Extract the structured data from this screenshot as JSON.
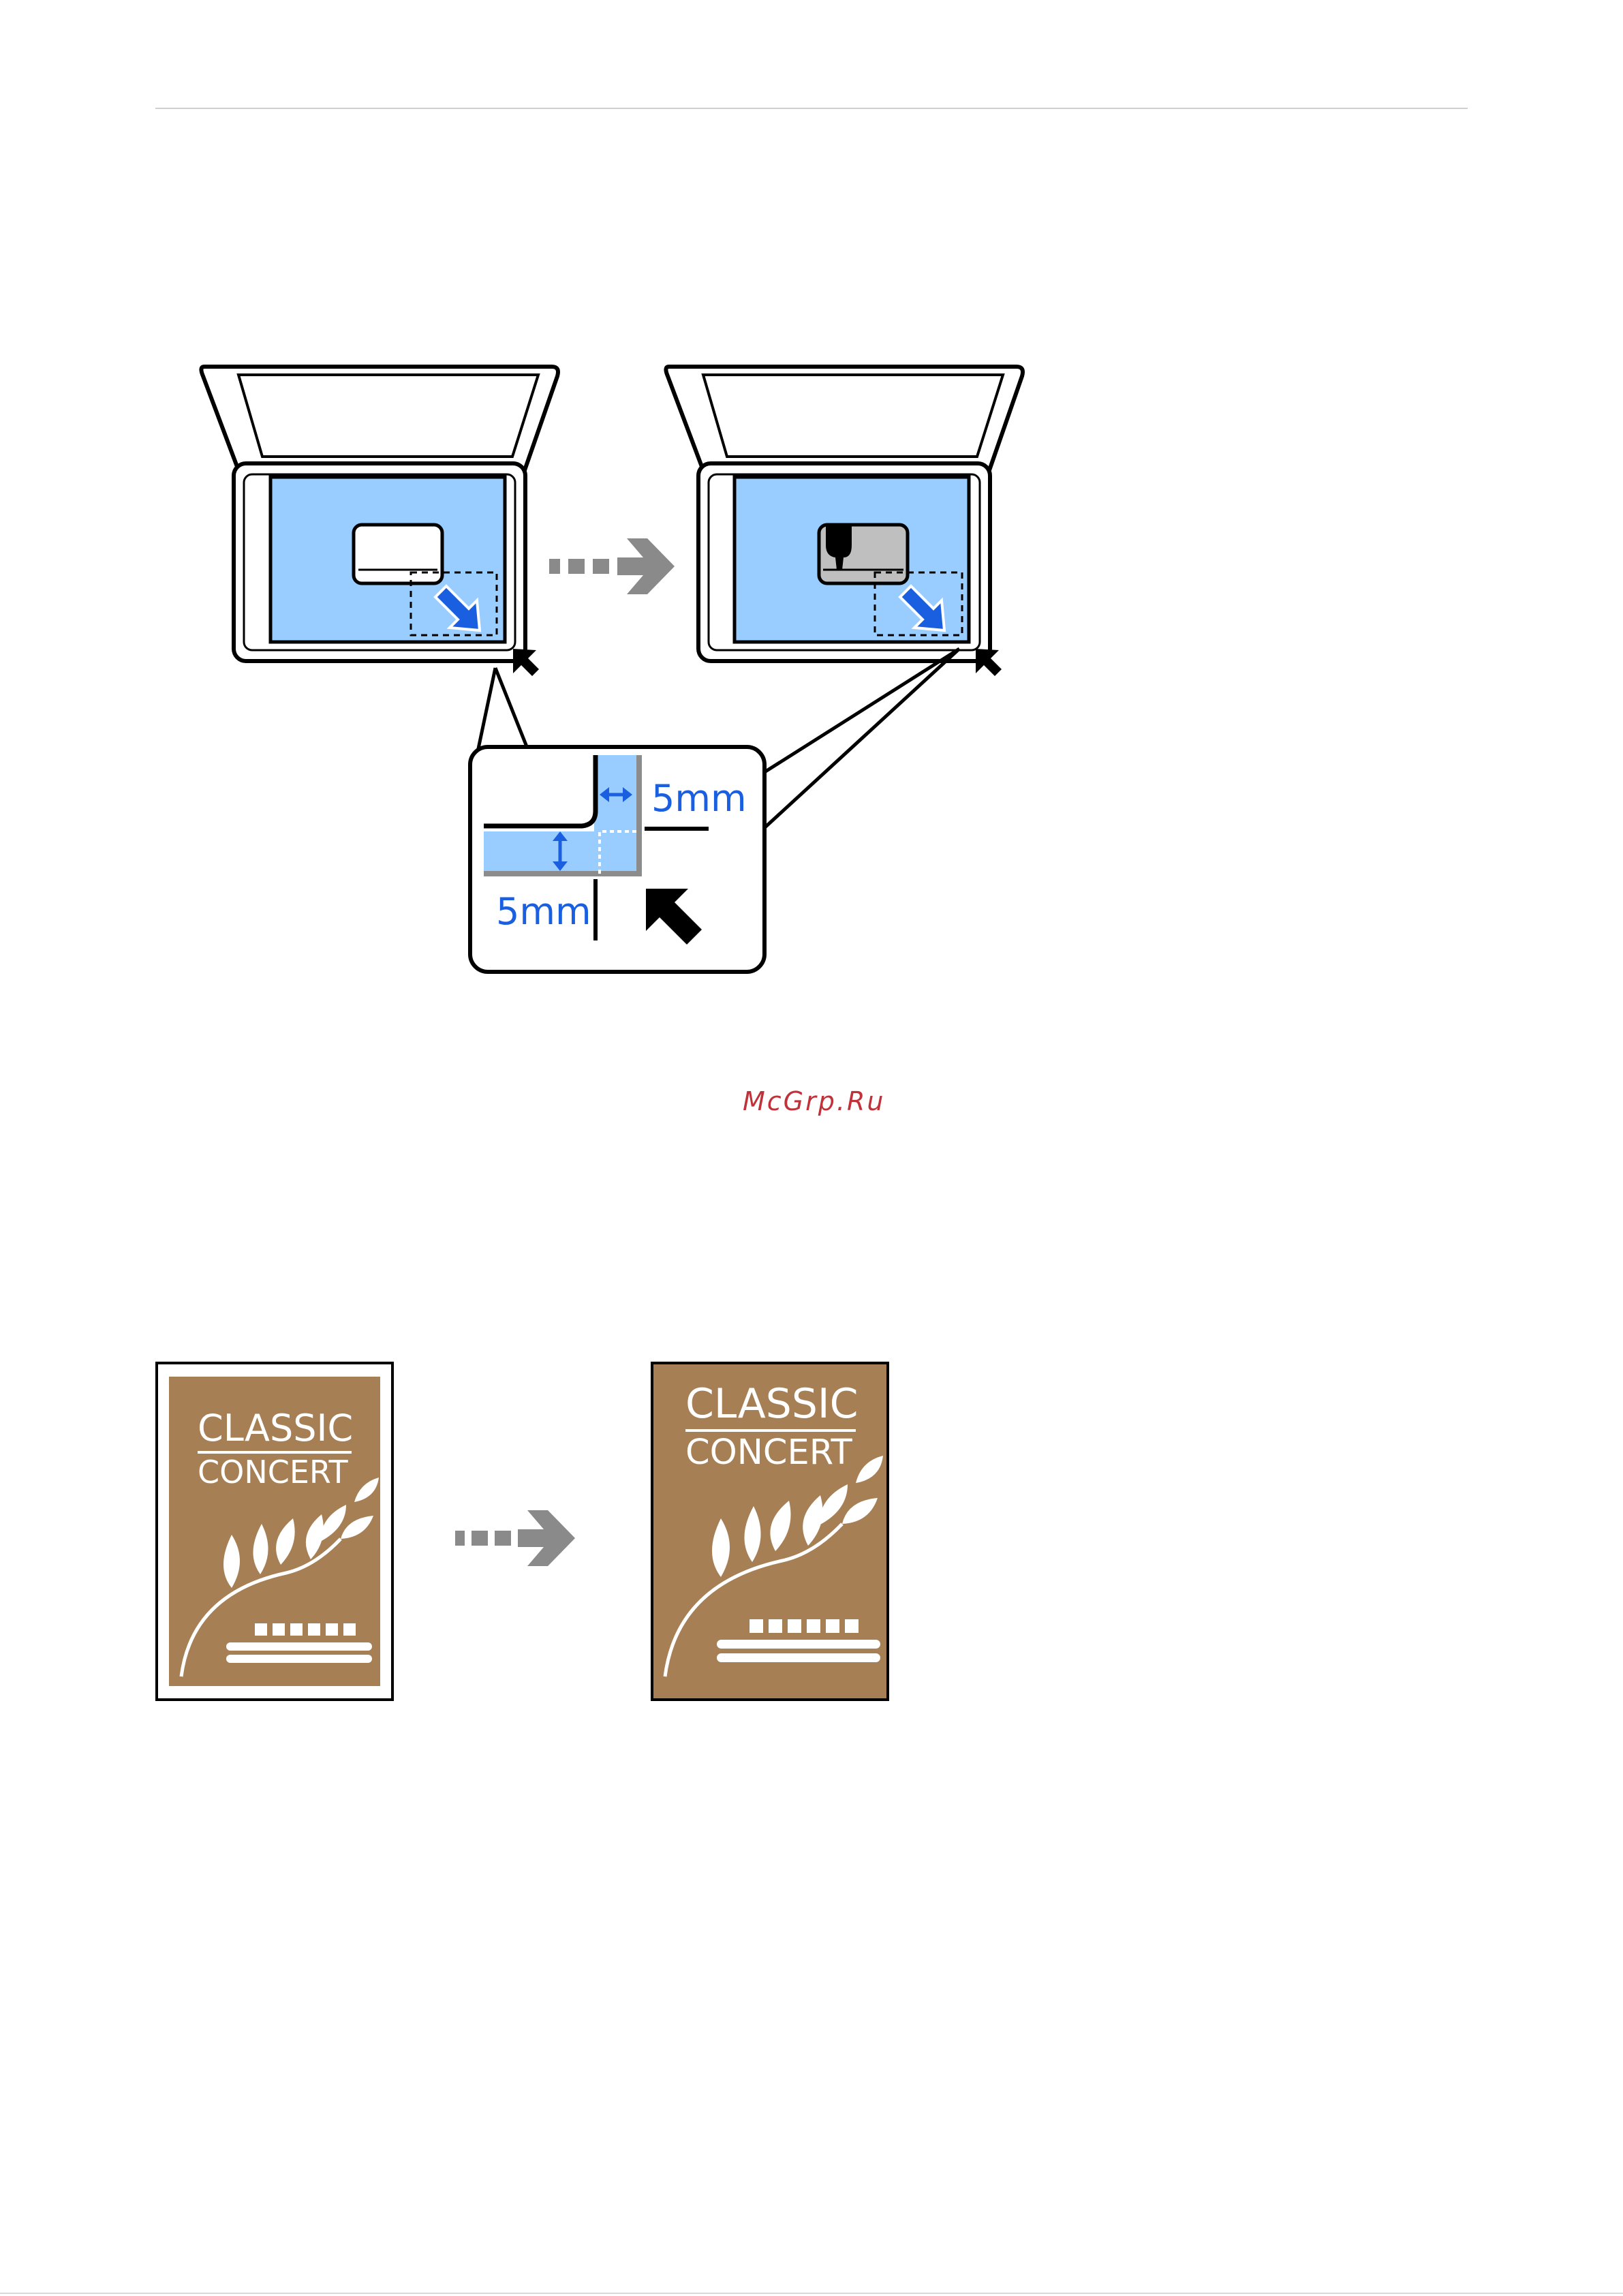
{
  "watermark": "McGrp.Ru",
  "scanner_figure": {
    "margin_label_horizontal": "5mm",
    "margin_label_vertical": "5mm"
  },
  "poster_figure": {
    "title_line1": "CLASSIC",
    "title_line2": "CONCERT"
  },
  "colors": {
    "glass_blue": "#99ccff",
    "arrow_blue": "#1a5fe0",
    "dashed_arrow_gray": "#8a8a8a",
    "poster_brown": "#a67f55",
    "watermark_red": "#c0323a"
  }
}
